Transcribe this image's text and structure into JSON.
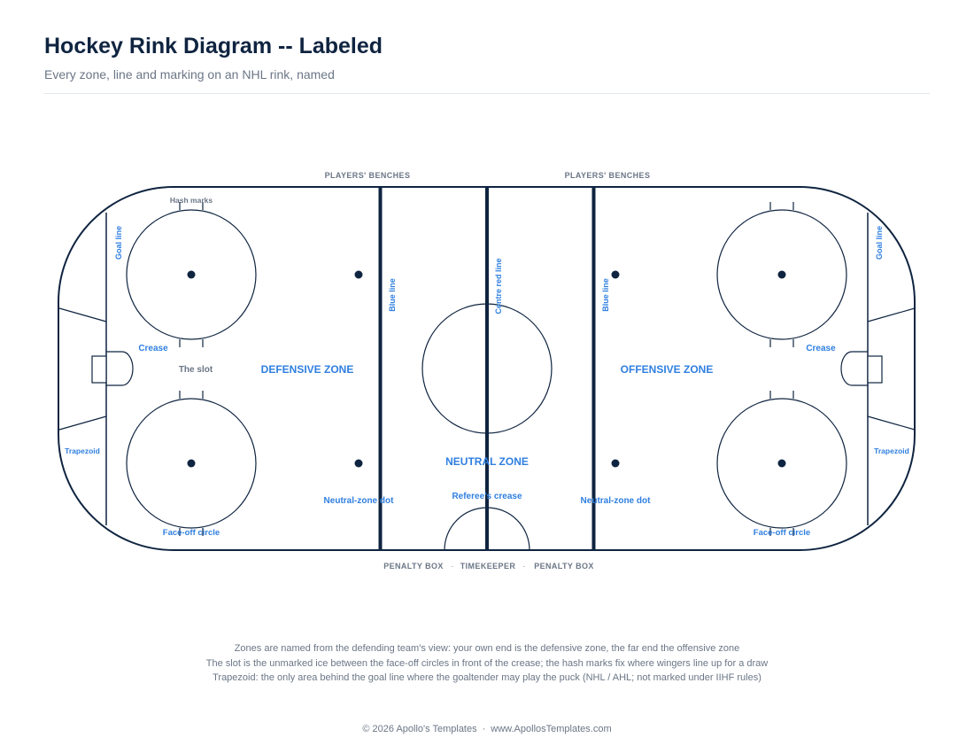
{
  "header": {
    "title": "Hockey Rink Diagram -- Labeled",
    "subtitle": "Every zone, line and marking on an NHL rink, named"
  },
  "colors": {
    "navy": "#0f2440",
    "accent_blue": "#2f7fe0",
    "muted": "#6b7686"
  },
  "rink": {
    "top_labels": {
      "benches_left": "PLAYERS' BENCHES",
      "benches_right": "PLAYERS' BENCHES"
    },
    "bottom_labels": {
      "penalty_left": "PENALTY BOX",
      "sep1": "·",
      "timekeeper": "TIMEKEEPER",
      "sep2": "·",
      "penalty_right": "PENALTY BOX"
    },
    "labels": {
      "hash_marks": "Hash marks",
      "goal_line_left": "Goal line",
      "goal_line_right": "Goal line",
      "blue_line_left": "Blue line",
      "blue_line_right": "Blue line",
      "centre_red_line": "Centre red line",
      "crease_left": "Crease",
      "crease_right": "Crease",
      "the_slot": "The slot",
      "defensive_zone": "DEFENSIVE ZONE",
      "offensive_zone": "OFFENSIVE ZONE",
      "neutral_zone": "NEUTRAL ZONE",
      "referees_crease": "Referee's crease",
      "neutral_dot_left": "Neutral-zone dot",
      "neutral_dot_right": "Neutral-zone dot",
      "trapezoid_left": "Trapezoid",
      "trapezoid_right": "Trapezoid",
      "faceoff_circle_left": "Face-off circle",
      "faceoff_circle_right": "Face-off circle"
    }
  },
  "notes": [
    "Zones are named from the defending team's view: your own end is the defensive zone, the far end the offensive zone",
    "The slot is the unmarked ice between the face-off circles in front of the crease; the hash marks fix where wingers line up for a draw",
    "Trapezoid: the only area behind the goal line where the goaltender may play the puck (NHL / AHL; not marked under IIHF rules)"
  ],
  "footer": {
    "copyright": "© 2026 Apollo's Templates",
    "separator": "·",
    "website": "www.ApollosTemplates.com"
  }
}
